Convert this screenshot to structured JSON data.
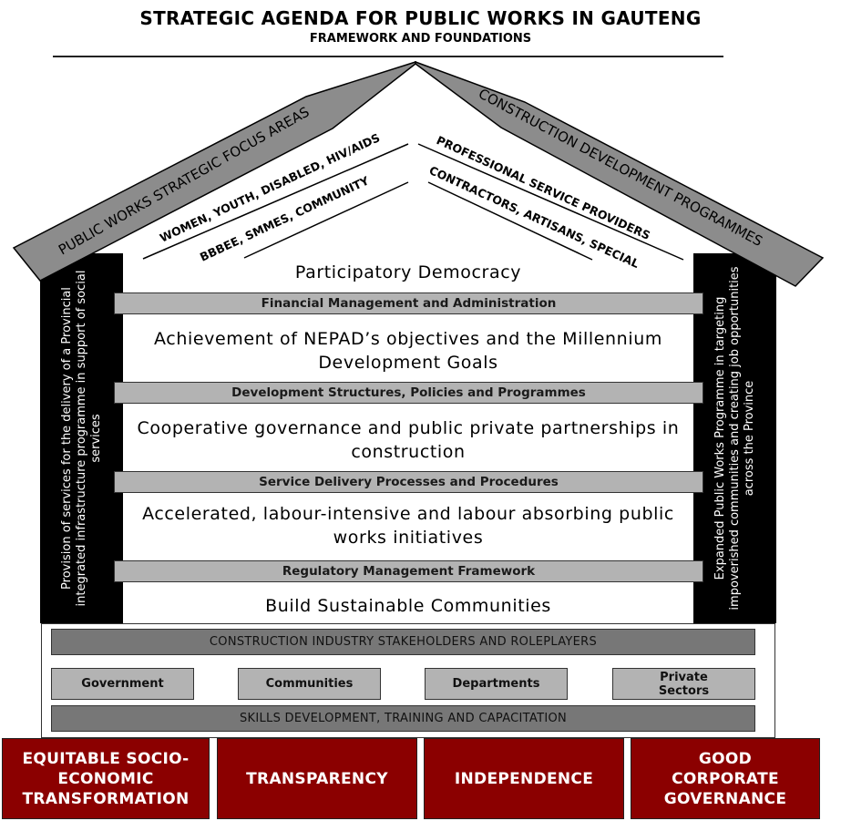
{
  "header": {
    "title": "STRATEGIC AGENDA FOR PUBLIC WORKS IN GAUTENG",
    "subtitle": "FRAMEWORK AND FOUNDATIONS"
  },
  "roof": {
    "left_label": "PUBLIC WORKS STRATEGIC FOCUS AREAS",
    "right_label": "CONSTRUCTION DEVELOPMENT PROGRAMMES",
    "left_items": [
      "WOMEN, YOUTH, DISABLED, HIV/AIDS",
      "BBBEE, SMMES, COMMUNITY"
    ],
    "right_items": [
      "PROFESSIONAL SERVICE PROVIDERS",
      "CONTRACTORS, ARTISANS, SPECIAL"
    ]
  },
  "pillars": {
    "left": "Provision of services for the delivery of a Provincial integrated infrastructure programme in support of social services",
    "right": "Expanded Public Works Programme in targeting impoverished communities and creating job opportunities across the Province"
  },
  "goals": [
    "Participatory Democracy",
    "Achievement of NEPAD’s objectives and the Millennium Development Goals",
    "Cooperative governance and public private partnerships in construction",
    "Accelerated, labour-intensive and labour absorbing public works initiatives",
    "Build Sustainable Communities"
  ],
  "bands": [
    "Financial Management and Administration",
    "Development Structures, Policies and Programmes",
    "Service Delivery Processes and Procedures",
    "Regulatory Management Framework"
  ],
  "foundation": {
    "stakeholders_title": "CONSTRUCTION INDUSTRY STAKEHOLDERS AND ROLEPLAYERS",
    "stakeholders": [
      "Government",
      "Communities",
      "Departments",
      "Private Sectors"
    ],
    "skills_title": "SKILLS DEVELOPMENT, TRAINING AND CAPACITATION"
  },
  "values": [
    "EQUITABLE SOCIO-ECONOMIC TRANSFORMATION",
    "TRANSPARENCY",
    "INDEPENDENCE",
    "GOOD CORPORATE GOVERNANCE"
  ],
  "colors": {
    "roof": "#8c8c8c",
    "band": "#b3b3b3",
    "dark_bar": "#777777",
    "pillar": "#000000",
    "value_box": "#8b0000"
  }
}
